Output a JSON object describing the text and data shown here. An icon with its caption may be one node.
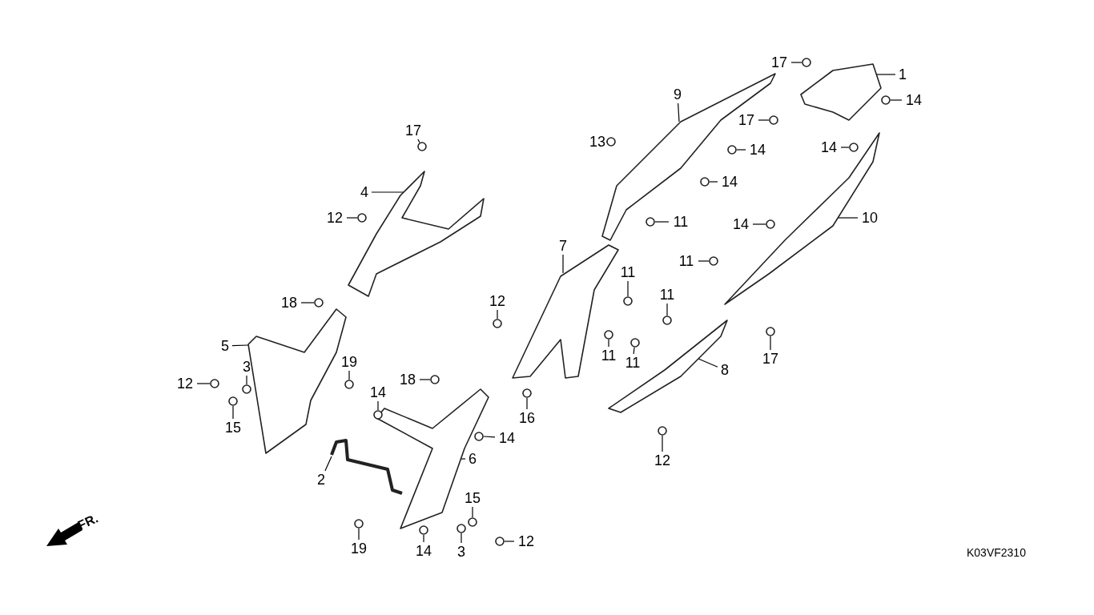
{
  "diagram": {
    "nodes": [
      {
        "text": [
          "17"
        ]
      },
      {
        "text": [
          "1"
        ]
      },
      {
        "text": [
          "9"
        ]
      },
      {
        "text": [
          "14"
        ]
      },
      {
        "text": [
          "17"
        ]
      },
      {
        "text": [
          "17"
        ]
      },
      {
        "text": [
          "13"
        ]
      },
      {
        "text": [
          "14"
        ]
      },
      {
        "text": [
          "14"
        ]
      },
      {
        "text": [
          "14"
        ]
      },
      {
        "text": [
          "4"
        ]
      },
      {
        "text": [
          "12"
        ]
      },
      {
        "text": [
          "11"
        ]
      },
      {
        "text": [
          "10"
        ]
      },
      {
        "text": [
          "14"
        ]
      },
      {
        "text": [
          "7"
        ]
      },
      {
        "text": [
          "11"
        ]
      },
      {
        "text": [
          "11"
        ]
      },
      {
        "text": [
          "11"
        ]
      },
      {
        "text": [
          "12"
        ]
      },
      {
        "text": [
          "18"
        ]
      },
      {
        "text": [
          "5"
        ]
      },
      {
        "text": [
          "11"
        ]
      },
      {
        "text": [
          "17"
        ]
      },
      {
        "text": [
          "11"
        ]
      },
      {
        "text": [
          "19"
        ]
      },
      {
        "text": [
          "3"
        ]
      },
      {
        "text": [
          "8"
        ]
      },
      {
        "text": [
          "18"
        ]
      },
      {
        "text": [
          "12"
        ]
      },
      {
        "text": [
          "14"
        ]
      },
      {
        "text": [
          "16"
        ]
      },
      {
        "text": [
          "15"
        ]
      },
      {
        "text": [
          "14"
        ]
      },
      {
        "text": [
          "6"
        ]
      },
      {
        "text": [
          "12"
        ]
      },
      {
        "text": [
          "2"
        ]
      },
      {
        "text": [
          "15"
        ]
      },
      {
        "text": [
          "12"
        ]
      },
      {
        "text": [
          "19"
        ]
      },
      {
        "text": [
          "14"
        ]
      },
      {
        "text": [
          "3"
        ]
      },
      {
        "text": [],
        "shape": "picture"
      },
      {
        "text": [],
        "shape": "picture"
      },
      {
        "text": [],
        "shape": "picture"
      },
      {
        "text": [],
        "shape": "picture"
      },
      {
        "text": [],
        "shape": "picture"
      },
      {
        "text": [],
        "shape": "picture"
      },
      {
        "text": [],
        "shape": "picture"
      },
      {
        "text": [],
        "shape": "picture"
      },
      {
        "text": [],
        "shape": "picture"
      },
      {
        "text": [],
        "shape": "circle"
      },
      {
        "text": [],
        "shape": "circle"
      },
      {
        "text": [],
        "shape": "circle"
      },
      {
        "text": [],
        "shape": "circle"
      },
      {
        "text": [],
        "shape": "circle"
      },
      {
        "text": [],
        "shape": "circle"
      },
      {
        "text": [],
        "shape": "circle"
      },
      {
        "text": [],
        "shape": "circle"
      },
      {
        "text": [],
        "shape": "circle"
      },
      {
        "text": [],
        "shape": "circle"
      },
      {
        "text": [],
        "shape": "circle"
      },
      {
        "text": [],
        "shape": "circle"
      },
      {
        "text": [],
        "shape": "circle"
      },
      {
        "text": [],
        "shape": "circle"
      },
      {
        "text": [],
        "shape": "circle"
      },
      {
        "text": [],
        "shape": "circle"
      },
      {
        "text": [],
        "shape": "circle"
      },
      {
        "text": [],
        "shape": "circle"
      },
      {
        "text": [],
        "shape": "circle"
      },
      {
        "text": [],
        "shape": "circle"
      },
      {
        "text": [],
        "shape": "circle"
      },
      {
        "text": [],
        "shape": "circle"
      },
      {
        "text": [],
        "shape": "circle"
      },
      {
        "text": [],
        "shape": "circle"
      },
      {
        "text": [],
        "shape": "circle"
      },
      {
        "text": [],
        "shape": "circle"
      },
      {
        "text": [],
        "shape": "circle"
      },
      {
        "text": [],
        "shape": "circle"
      },
      {
        "text": [],
        "shape": "circle"
      },
      {
        "text": [],
        "shape": "circle"
      },
      {
        "text": [],
        "shape": "circle"
      },
      {
        "text": [],
        "shape": "circle"
      },
      {
        "text": [],
        "shape": "circle"
      }
    ],
    "edges": [
      {
        "from": 0,
        "to": 51,
        "arrow": "none"
      },
      {
        "from": 1,
        "to": 42,
        "arrow": "none"
      },
      {
        "from": 2,
        "to": 43,
        "arrow": "none"
      },
      {
        "from": 3,
        "to": 52,
        "arrow": "none"
      },
      {
        "from": 4,
        "to": 53,
        "arrow": "none"
      },
      {
        "from": 5,
        "to": 54,
        "arrow": "none"
      },
      {
        "from": 6,
        "to": 55,
        "arrow": "none"
      },
      {
        "from": 7,
        "to": 56,
        "arrow": "none"
      },
      {
        "from": 8,
        "to": 57,
        "arrow": "none"
      },
      {
        "from": 9,
        "to": 58,
        "arrow": "none"
      },
      {
        "from": 10,
        "to": 47,
        "arrow": "none"
      },
      {
        "from": 11,
        "to": 59,
        "arrow": "none"
      },
      {
        "from": 12,
        "to": 60,
        "arrow": "none"
      },
      {
        "from": 13,
        "to": 44,
        "arrow": "none"
      },
      {
        "from": 14,
        "to": 61,
        "arrow": "none"
      },
      {
        "from": 15,
        "to": 45,
        "arrow": "none"
      },
      {
        "from": 16,
        "to": 62,
        "arrow": "none"
      },
      {
        "from": 17,
        "to": 63,
        "arrow": "none"
      },
      {
        "from": 18,
        "to": 64,
        "arrow": "none"
      },
      {
        "from": 19,
        "to": 65,
        "arrow": "none"
      },
      {
        "from": 20,
        "to": 66,
        "arrow": "none"
      },
      {
        "from": 21,
        "to": 48,
        "arrow": "none"
      },
      {
        "from": 22,
        "to": 67,
        "arrow": "none"
      },
      {
        "from": 23,
        "to": 68,
        "arrow": "none"
      },
      {
        "from": 24,
        "to": 69,
        "arrow": "none"
      },
      {
        "from": 25,
        "to": 70,
        "arrow": "none"
      },
      {
        "from": 26,
        "to": 71,
        "arrow": "none"
      },
      {
        "from": 27,
        "to": 46,
        "arrow": "none"
      },
      {
        "from": 28,
        "to": 72,
        "arrow": "none"
      },
      {
        "from": 29,
        "to": 73,
        "arrow": "none"
      },
      {
        "from": 30,
        "to": 74,
        "arrow": "none"
      },
      {
        "from": 31,
        "to": 75,
        "arrow": "none"
      },
      {
        "from": 32,
        "to": 76,
        "arrow": "none"
      },
      {
        "from": 33,
        "to": 77,
        "arrow": "none"
      },
      {
        "from": 34,
        "to": 49,
        "arrow": "none"
      },
      {
        "from": 35,
        "to": 78,
        "arrow": "none"
      },
      {
        "from": 36,
        "to": 50,
        "arrow": "none"
      },
      {
        "from": 37,
        "to": 79,
        "arrow": "none"
      },
      {
        "from": 38,
        "to": 80,
        "arrow": "none"
      },
      {
        "from": 39,
        "to": 81,
        "arrow": "none"
      },
      {
        "from": 40,
        "to": 82,
        "arrow": "none"
      },
      {
        "from": 41,
        "to": 83,
        "arrow": "none"
      }
    ],
    "labels": [
      "FR.",
      "K03VF2310"
    ]
  }
}
